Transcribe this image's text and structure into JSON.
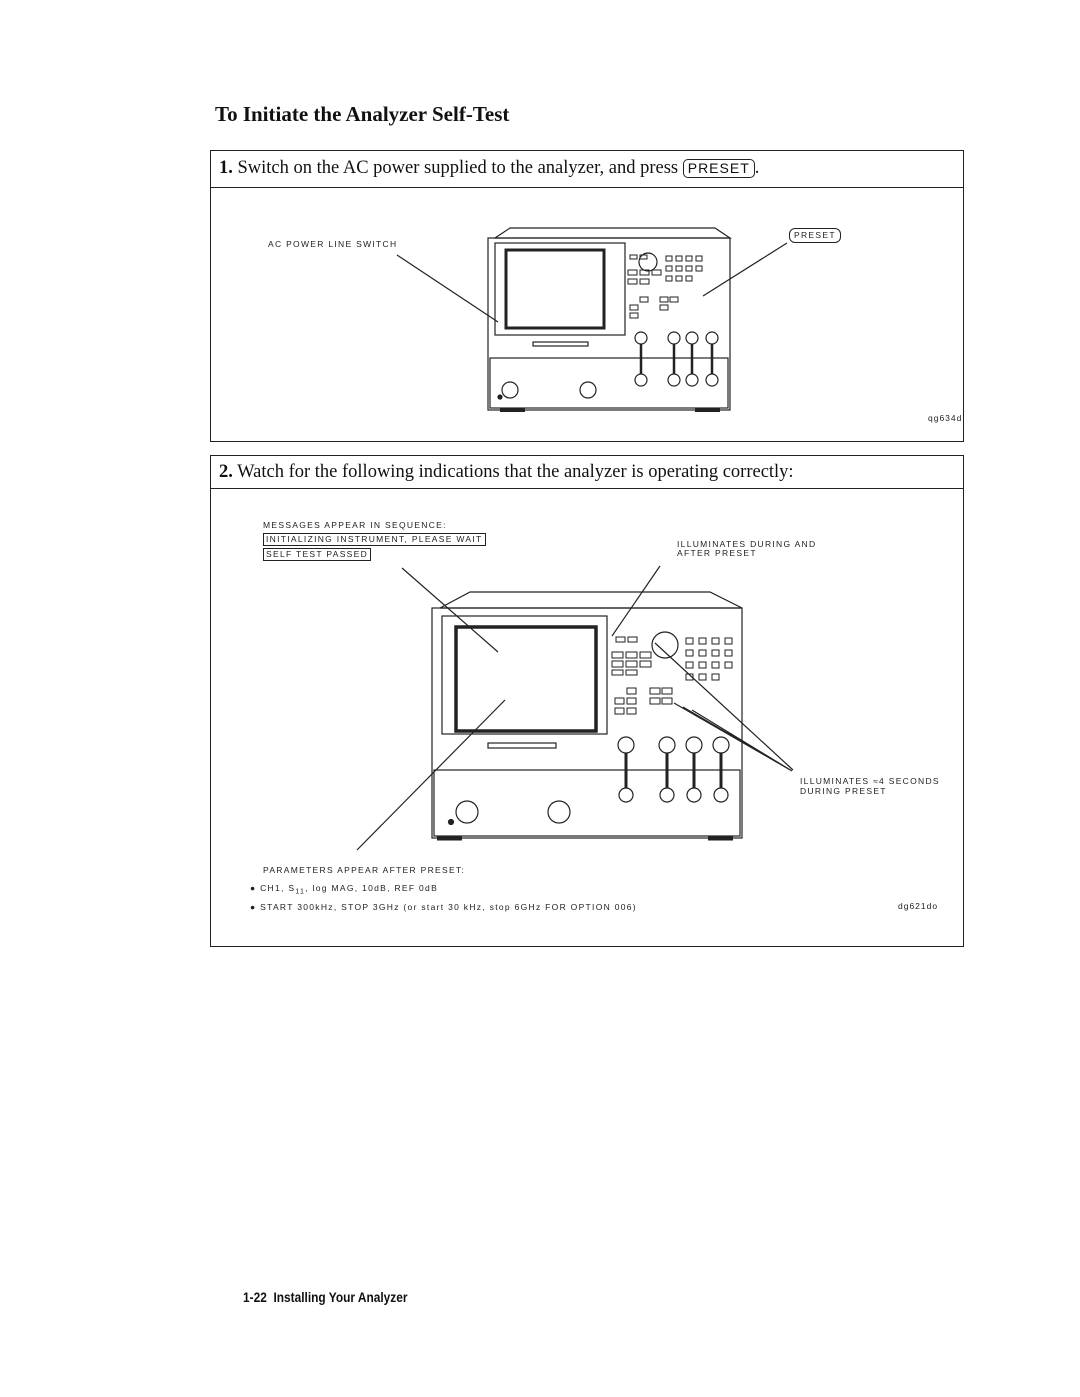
{
  "title": "To Initiate the Analyzer Self-Test",
  "step1": {
    "number": "1.",
    "text": "Switch on the AC power supplied to the analyzer, and press",
    "key": "PRESET",
    "end": ".",
    "figure": {
      "label_switch": "AC POWER LINE SWITCH",
      "label_preset": "PRESET",
      "figure_id": "qg634d"
    }
  },
  "step2": {
    "number": "2.",
    "text": "Watch for the following indications that the analyzer is operating correctly:",
    "figure": {
      "messages_heading": "MESSAGES APPEAR IN SEQUENCE:",
      "message1": "INITIALIZING INSTRUMENT, PLEASE WAIT",
      "message2": "SELF TEST PASSED",
      "illum_preset_1": "ILLUMINATES DURING AND",
      "illum_preset_2": "AFTER PRESET",
      "illum_4s_1": "ILLUMINATES ≈4 SECONDS",
      "illum_4s_2": "DURING PRESET",
      "params_heading": "PARAMETERS APPEAR AFTER PRESET:",
      "param1_a": "CH1, S",
      "param1_sub": "11",
      "param1_b": ", log MAG, 10dB, REF 0dB",
      "param2": "START 300kHz, STOP 3GHz (or start 30 kHz, stop 6GHz FOR OPTION 006)",
      "figure_id": "dg621do"
    }
  },
  "footer": {
    "page": "1-22",
    "section": "Installing Your Analyzer"
  }
}
